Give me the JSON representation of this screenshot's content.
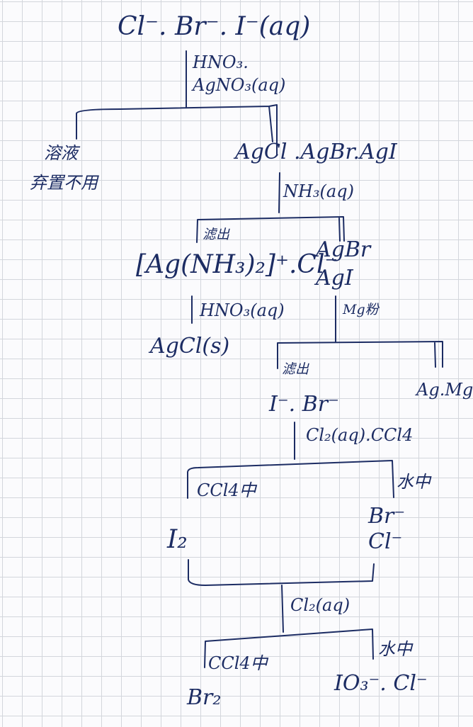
{
  "nodes": {
    "start": "Cl⁻. Br⁻. I⁻(aq)",
    "reagent1_line1": "HNO₃.",
    "reagent1_line2": "AgNO₃(aq)",
    "filtrate_a": "溶液",
    "filtrate_b": "弃置不用",
    "precip1": "AgCl .AgBr.AgI",
    "reagent2": "NH₃(aq)",
    "elute1": "滤出",
    "complex": "[Ag(NH₃)₂]⁺.Cl⁻",
    "remain_agbr": "AgBr",
    "remain_agi": "AgI",
    "reagent3": "HNO₃(aq)",
    "agcl_solid": "AgCl(s)",
    "reagent4": "Mg粉",
    "elute2": "滤出",
    "ag_mg": "Ag.Mg",
    "ions_i_br": "I⁻. Br⁻",
    "reagent5": "Cl₂(aq).CCl4",
    "ccl4_layer1": "CCl4中",
    "water_layer1": "水中",
    "iodine": "I₂",
    "br_ion": "Br⁻",
    "cl_ion": "Cl⁻",
    "reagent6": "Cl₂(aq)",
    "ccl4_layer2": "CCl4中",
    "water_layer2": "水中",
    "bromine": "Br₂",
    "iodate": "IO₃⁻. Cl⁻"
  }
}
